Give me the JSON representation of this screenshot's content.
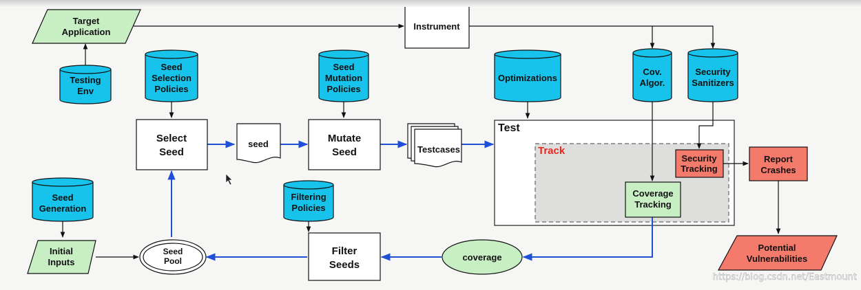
{
  "nodes": {
    "target_app": [
      "Target",
      "Application"
    ],
    "testing_env": [
      "Testing",
      "Env"
    ],
    "instrument": [
      "Instrument"
    ],
    "seed_sel_policies": [
      "Seed",
      "Selection",
      "Policies"
    ],
    "seed_mut_policies": [
      "Seed",
      "Mutation",
      "Policies"
    ],
    "optimizations": [
      "Optimizations"
    ],
    "cov_algor": [
      "Cov.",
      "Algor."
    ],
    "security_sanitizers": [
      "Security",
      "Sanitizers"
    ],
    "select_seed": [
      "Select",
      "Seed"
    ],
    "seed": [
      "seed"
    ],
    "mutate_seed": [
      "Mutate",
      "Seed"
    ],
    "testcases": [
      "Testcases"
    ],
    "test": [
      "Test"
    ],
    "track": [
      "Track"
    ],
    "security_tracking": [
      "Security",
      "Tracking"
    ],
    "report_crashes": [
      "Report",
      "Crashes"
    ],
    "coverage_tracking": [
      "Coverage",
      "Tracking"
    ],
    "seed_generation": [
      "Seed",
      "Generation"
    ],
    "initial_inputs": [
      "Initial",
      "Inputs"
    ],
    "seed_pool": [
      "Seed",
      "Pool"
    ],
    "filtering_policies": [
      "Filtering",
      "Policies"
    ],
    "filter_seeds": [
      "Filter",
      "Seeds"
    ],
    "coverage": [
      "coverage"
    ],
    "potential_vulns": [
      "Potential",
      "Vulnerabilities"
    ]
  },
  "watermark": "https://blog.csdn.net/Eastmount",
  "colors": {
    "cylinder": "#17c3ea",
    "green": "#c8eec4",
    "red": "#f47a6c",
    "blue_arrow": "#1f4fd6",
    "track_bg": "#dededc"
  }
}
